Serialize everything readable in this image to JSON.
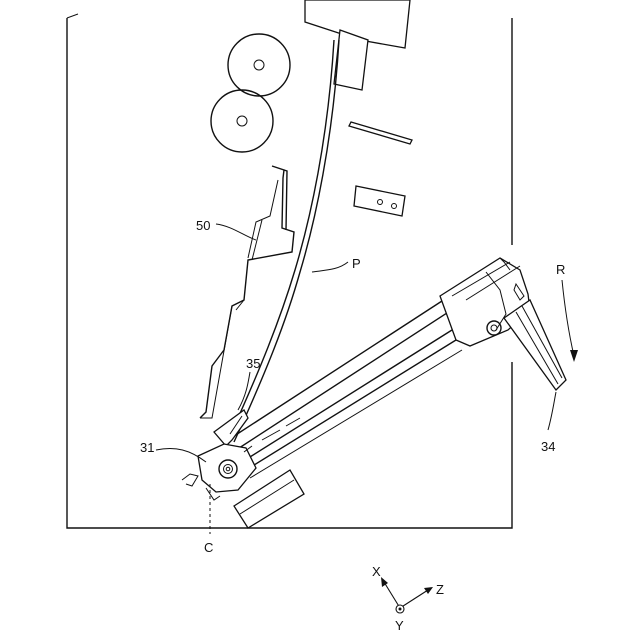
{
  "labels": {
    "guide": "50",
    "sheet": "P",
    "claw": "35",
    "unit": "31",
    "pivot": "C",
    "arm": "34",
    "rotation": "R"
  },
  "axes": {
    "x": "X",
    "z": "Z",
    "y": "Y"
  }
}
